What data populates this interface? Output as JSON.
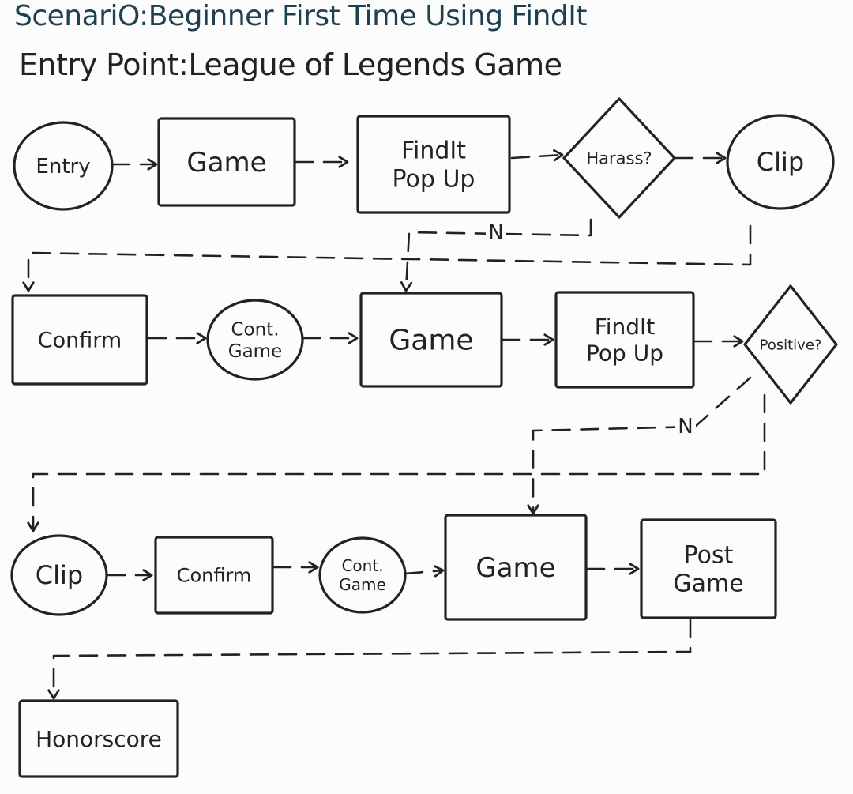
{
  "header": {
    "scenario": "ScenariO:Beginner First Time Using FindIt",
    "entry_point": "Entry Point:League of Legends Game"
  },
  "colors": {
    "ink": "#222222",
    "title_ink": "#1d4150",
    "paper": "#fcfcfc"
  },
  "nodes": [
    {
      "id": "n1",
      "shape": "circle",
      "lines": [
        "Entry"
      ]
    },
    {
      "id": "n2",
      "shape": "rect",
      "lines": [
        "Game"
      ]
    },
    {
      "id": "n3",
      "shape": "rect",
      "lines": [
        "FindIt",
        "Pop Up"
      ]
    },
    {
      "id": "n4",
      "shape": "diamond",
      "lines": [
        "Harass?"
      ]
    },
    {
      "id": "n5",
      "shape": "circle",
      "lines": [
        "Clip"
      ]
    },
    {
      "id": "n6",
      "shape": "rect",
      "lines": [
        "Confirm"
      ]
    },
    {
      "id": "n7",
      "shape": "circle",
      "lines": [
        "Cont.",
        "Game"
      ]
    },
    {
      "id": "n8",
      "shape": "rect",
      "lines": [
        "Game"
      ]
    },
    {
      "id": "n9",
      "shape": "rect",
      "lines": [
        "FindIt",
        "Pop Up"
      ]
    },
    {
      "id": "n10",
      "shape": "diamond",
      "lines": [
        "Positive?"
      ]
    },
    {
      "id": "n11",
      "shape": "circle",
      "lines": [
        "Clip"
      ]
    },
    {
      "id": "n12",
      "shape": "rect",
      "lines": [
        "Confirm"
      ]
    },
    {
      "id": "n13",
      "shape": "circle",
      "lines": [
        "Cont.",
        "Game"
      ]
    },
    {
      "id": "n14",
      "shape": "rect",
      "lines": [
        "Game"
      ]
    },
    {
      "id": "n15",
      "shape": "rect",
      "lines": [
        "Post",
        "Game"
      ]
    },
    {
      "id": "n16",
      "shape": "rect",
      "lines": [
        "Honorscore"
      ]
    }
  ],
  "edges": [
    {
      "from": "n1",
      "to": "n2",
      "label": ""
    },
    {
      "from": "n2",
      "to": "n3",
      "label": ""
    },
    {
      "from": "n3",
      "to": "n4",
      "label": ""
    },
    {
      "from": "n4",
      "to": "n5",
      "label": ""
    },
    {
      "from": "n4",
      "to": "n8",
      "label": "N"
    },
    {
      "from": "n5",
      "to": "n6",
      "label": ""
    },
    {
      "from": "n6",
      "to": "n7",
      "label": ""
    },
    {
      "from": "n7",
      "to": "n8",
      "label": ""
    },
    {
      "from": "n8",
      "to": "n9",
      "label": ""
    },
    {
      "from": "n9",
      "to": "n10",
      "label": ""
    },
    {
      "from": "n10",
      "to": "n14",
      "label": "N"
    },
    {
      "from": "n10",
      "to": "n11",
      "label": ""
    },
    {
      "from": "n11",
      "to": "n12",
      "label": ""
    },
    {
      "from": "n12",
      "to": "n13",
      "label": ""
    },
    {
      "from": "n13",
      "to": "n14",
      "label": ""
    },
    {
      "from": "n14",
      "to": "n15",
      "label": ""
    },
    {
      "from": "n15",
      "to": "n16",
      "label": ""
    }
  ]
}
